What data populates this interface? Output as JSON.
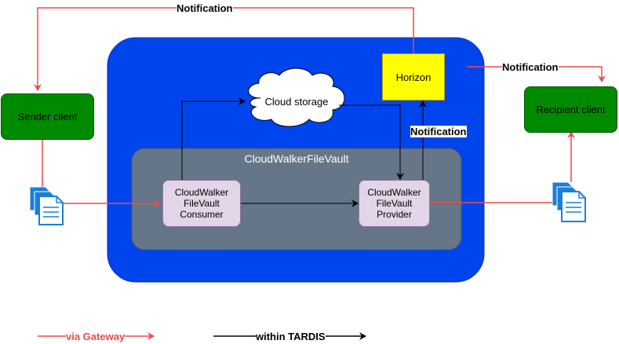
{
  "nodes": {
    "sender": "Sender client",
    "recipient": "Recipient client",
    "horizon": "Horizon",
    "cloud_storage": "Cloud storage",
    "vault_container": "CloudWalkerFileVault",
    "consumer": "CloudWalker\nFileVault\nConsumer",
    "provider": "CloudWalker\nFileVault\nProvider"
  },
  "edge_labels": {
    "top_notification": "Notification",
    "right_notification": "Notification",
    "provider_notification": "Notification"
  },
  "legend": {
    "gateway": "via Gateway",
    "tardis": "within TARDIS"
  },
  "colors": {
    "tardis_blue": "#0044ee",
    "vault_gray": "#647687",
    "client_green": "#008a00",
    "horizon_yellow": "#ffff00",
    "component_lilac": "#e1d5e7",
    "gateway_red": "#f04848",
    "document_blue": "#1a7fd8"
  }
}
